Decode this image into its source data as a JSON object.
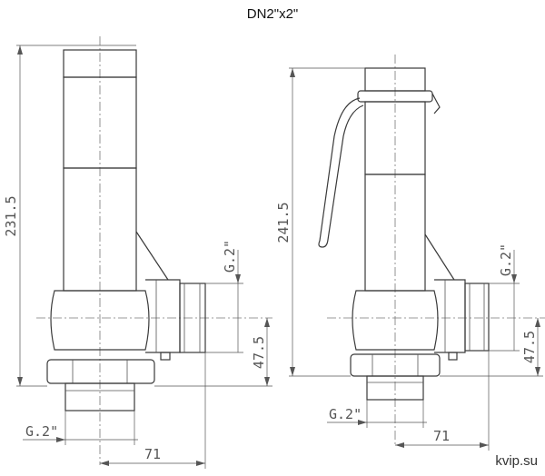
{
  "title": "DN2\"x2\"",
  "watermark": "kvip.su",
  "left_view": {
    "height_label": "231.5",
    "outlet_thread_label": "G.2\"",
    "outlet_offset_label": "47.5",
    "inlet_thread_label": "G.2\"",
    "center_to_face_label": "71"
  },
  "right_view": {
    "height_label": "241.5",
    "outlet_thread_label": "G.2\"",
    "outlet_offset_label": "47.5",
    "inlet_thread_label": "G.2\"",
    "center_to_face_label": "71"
  }
}
